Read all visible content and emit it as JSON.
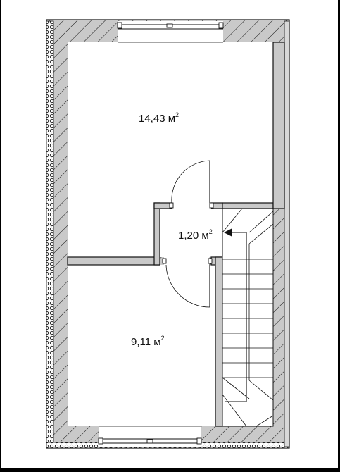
{
  "floor_plan": {
    "rooms": [
      {
        "id": "upper-room",
        "area": "14,43 м",
        "sup": "2"
      },
      {
        "id": "hall",
        "area": "1,20 м",
        "sup": "2"
      },
      {
        "id": "lower-room",
        "area": "9,11 м",
        "sup": "2"
      }
    ]
  },
  "colors": {
    "background": "#000000",
    "sheet": "#ffffff",
    "wall_fill": "#c9c9c9",
    "line": "#111111"
  }
}
